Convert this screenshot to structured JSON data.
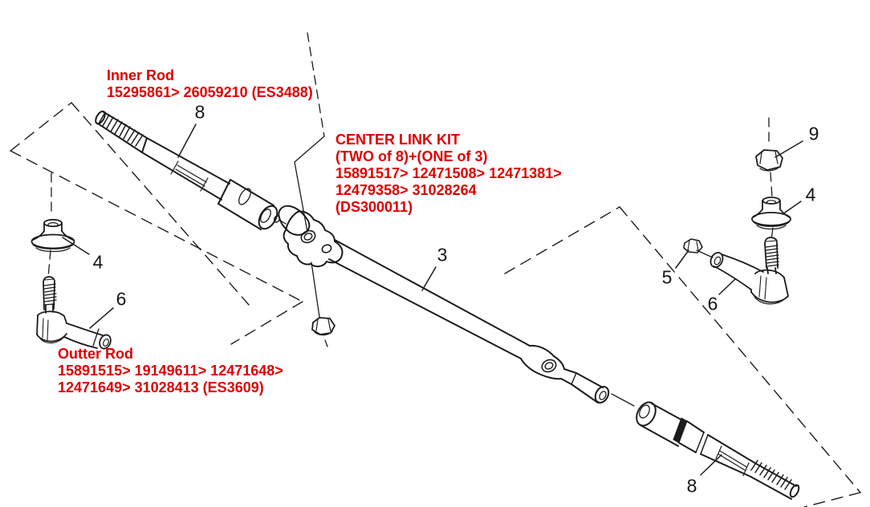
{
  "diagram": {
    "labels": {
      "inner_rod": {
        "title": "Inner Rod",
        "lines": [
          "15295861> 26059210 (ES3488)"
        ]
      },
      "center_link_kit": {
        "title": "CENTER LINK KIT",
        "lines": [
          "(TWO of 8)+(ONE of 3)",
          "15891517> 12471508> 12471381>",
          "12479358> 31028264",
          "(DS300011)"
        ]
      },
      "outer_rod": {
        "title": "Outter Rod",
        "lines": [
          "15891515> 19149611> 12471648>",
          "12471649> 31028413 (ES3609)"
        ]
      }
    },
    "callouts": [
      {
        "id": "callout-8-upper-inner-rod",
        "number": "8"
      },
      {
        "id": "callout-3-center-link",
        "number": "3"
      },
      {
        "id": "callout-4-left-boot",
        "number": "4"
      },
      {
        "id": "callout-6-left-outer-rod",
        "number": "6"
      },
      {
        "id": "callout-9-stud-nut",
        "number": "9"
      },
      {
        "id": "callout-4-right-boot",
        "number": "4"
      },
      {
        "id": "callout-5-jam-nut",
        "number": "5"
      },
      {
        "id": "callout-6-right-outer-rod",
        "number": "6"
      },
      {
        "id": "callout-8-lower-inner-rod",
        "number": "8"
      }
    ],
    "colors": {
      "label_red": "#dd0000",
      "line": "#1c1c1c",
      "background": "#ffffff"
    }
  }
}
